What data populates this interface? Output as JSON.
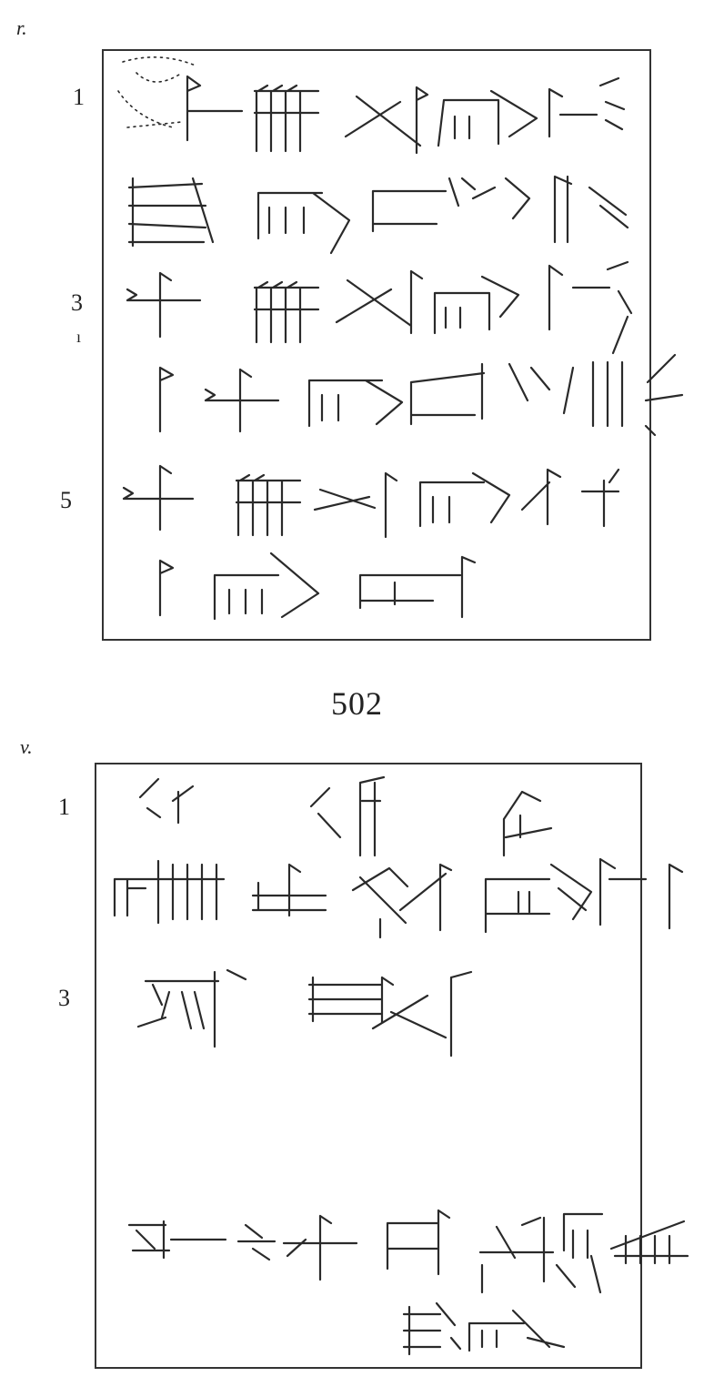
{
  "obverse": {
    "label": "r.",
    "line_numbers": [
      "1",
      "3",
      "5"
    ],
    "line_tick": "ı"
  },
  "tablet_number": "502",
  "reverse": {
    "label": "v.",
    "line_numbers": [
      "1",
      "3"
    ]
  }
}
